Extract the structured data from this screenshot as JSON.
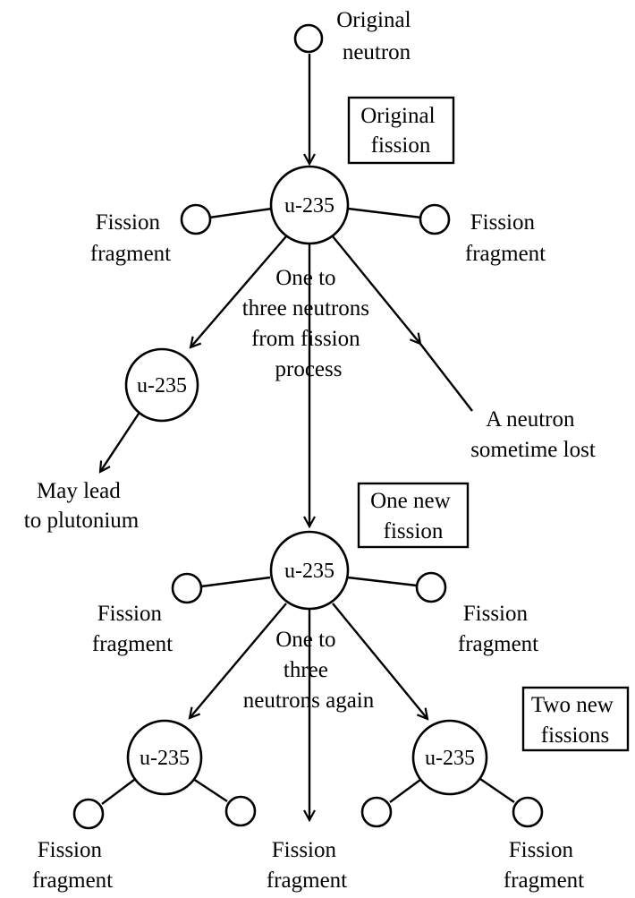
{
  "labels": {
    "original_neutron": [
      "Original",
      "neutron"
    ],
    "original_fission": [
      "Original",
      "fission"
    ],
    "fragment_left_1": [
      "Fission",
      "fragment"
    ],
    "fragment_right_1": [
      "Fission",
      "fragment"
    ],
    "neutrons_note_1": [
      "One to",
      "three neutrons",
      "from fission",
      "process"
    ],
    "neutron_lost": [
      "A neutron",
      "sometime lost"
    ],
    "plutonium": [
      "May lead",
      "to plutonium"
    ],
    "one_new_fission": [
      "One new",
      "fission"
    ],
    "fragment_left_2": [
      "Fission",
      "fragment"
    ],
    "fragment_right_2": [
      "Fission",
      "fragment"
    ],
    "neutrons_note_2": [
      "One to",
      "three",
      "neutrons again"
    ],
    "two_new_fissions": [
      "Two new",
      "fissions"
    ],
    "fragment_bottom_left": [
      "Fission",
      "fragment"
    ],
    "fragment_bottom_mid": [
      "Fission",
      "fragment"
    ],
    "fragment_bottom_right": [
      "Fission",
      "fragment"
    ]
  },
  "nodes": {
    "u235_top": "u-235",
    "u235_side": "u-235",
    "u235_mid": "u-235",
    "u235_bottom_left": "u-235",
    "u235_bottom_right": "u-235"
  }
}
